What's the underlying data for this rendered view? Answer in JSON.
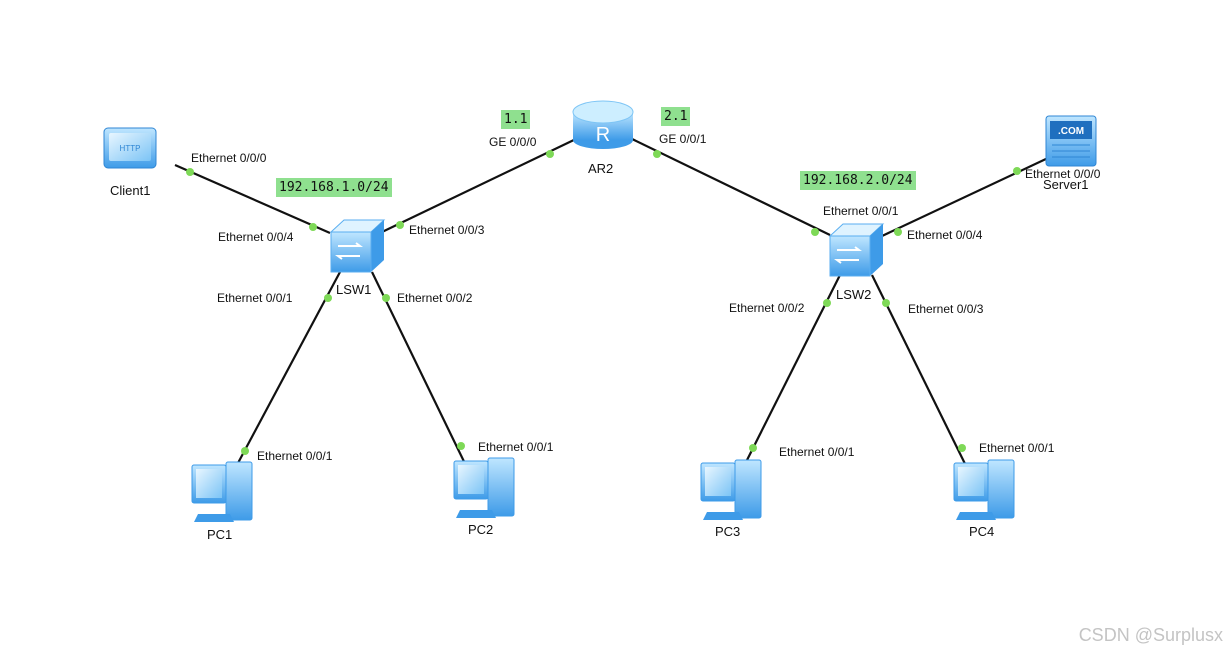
{
  "devices": {
    "client1": "Client1",
    "server1": "Server1",
    "ar2": "AR2",
    "lsw1": "LSW1",
    "lsw2": "LSW2",
    "pc1": "PC1",
    "pc2": "PC2",
    "pc3": "PC3",
    "pc4": "PC4"
  },
  "icon_text": {
    "client": "HTTP",
    "server": ".COM",
    "router": "R"
  },
  "networks": {
    "left": "192.168.1.0/24",
    "right": "192.168.2.0/24",
    "ar_left": "1.1",
    "ar_right": "2.1"
  },
  "ports": {
    "client1_e000": "Ethernet 0/0/0",
    "lsw1_e004": "Ethernet 0/0/4",
    "lsw1_e003": "Ethernet 0/0/3",
    "lsw1_e001": "Ethernet 0/0/1",
    "lsw1_e002": "Ethernet 0/0/2",
    "ar2_ge000": "GE 0/0/0",
    "ar2_ge001": "GE 0/0/1",
    "lsw2_e001": "Ethernet 0/0/1",
    "lsw2_e004": "Ethernet 0/0/4",
    "lsw2_e002": "Ethernet 0/0/2",
    "lsw2_e003": "Ethernet 0/0/3",
    "server1_e000": "Ethernet 0/0/0",
    "pc1_e001": "Ethernet 0/0/1",
    "pc2_e001": "Ethernet 0/0/1",
    "pc3_e001": "Ethernet 0/0/1",
    "pc4_e001": "Ethernet 0/0/1"
  },
  "colors": {
    "link": "#111111",
    "port_dot": "#7ed957",
    "network_label_bg": "#8fe08f",
    "device_blue": "#5aaef0"
  },
  "watermark": "CSDN @Surplusx"
}
